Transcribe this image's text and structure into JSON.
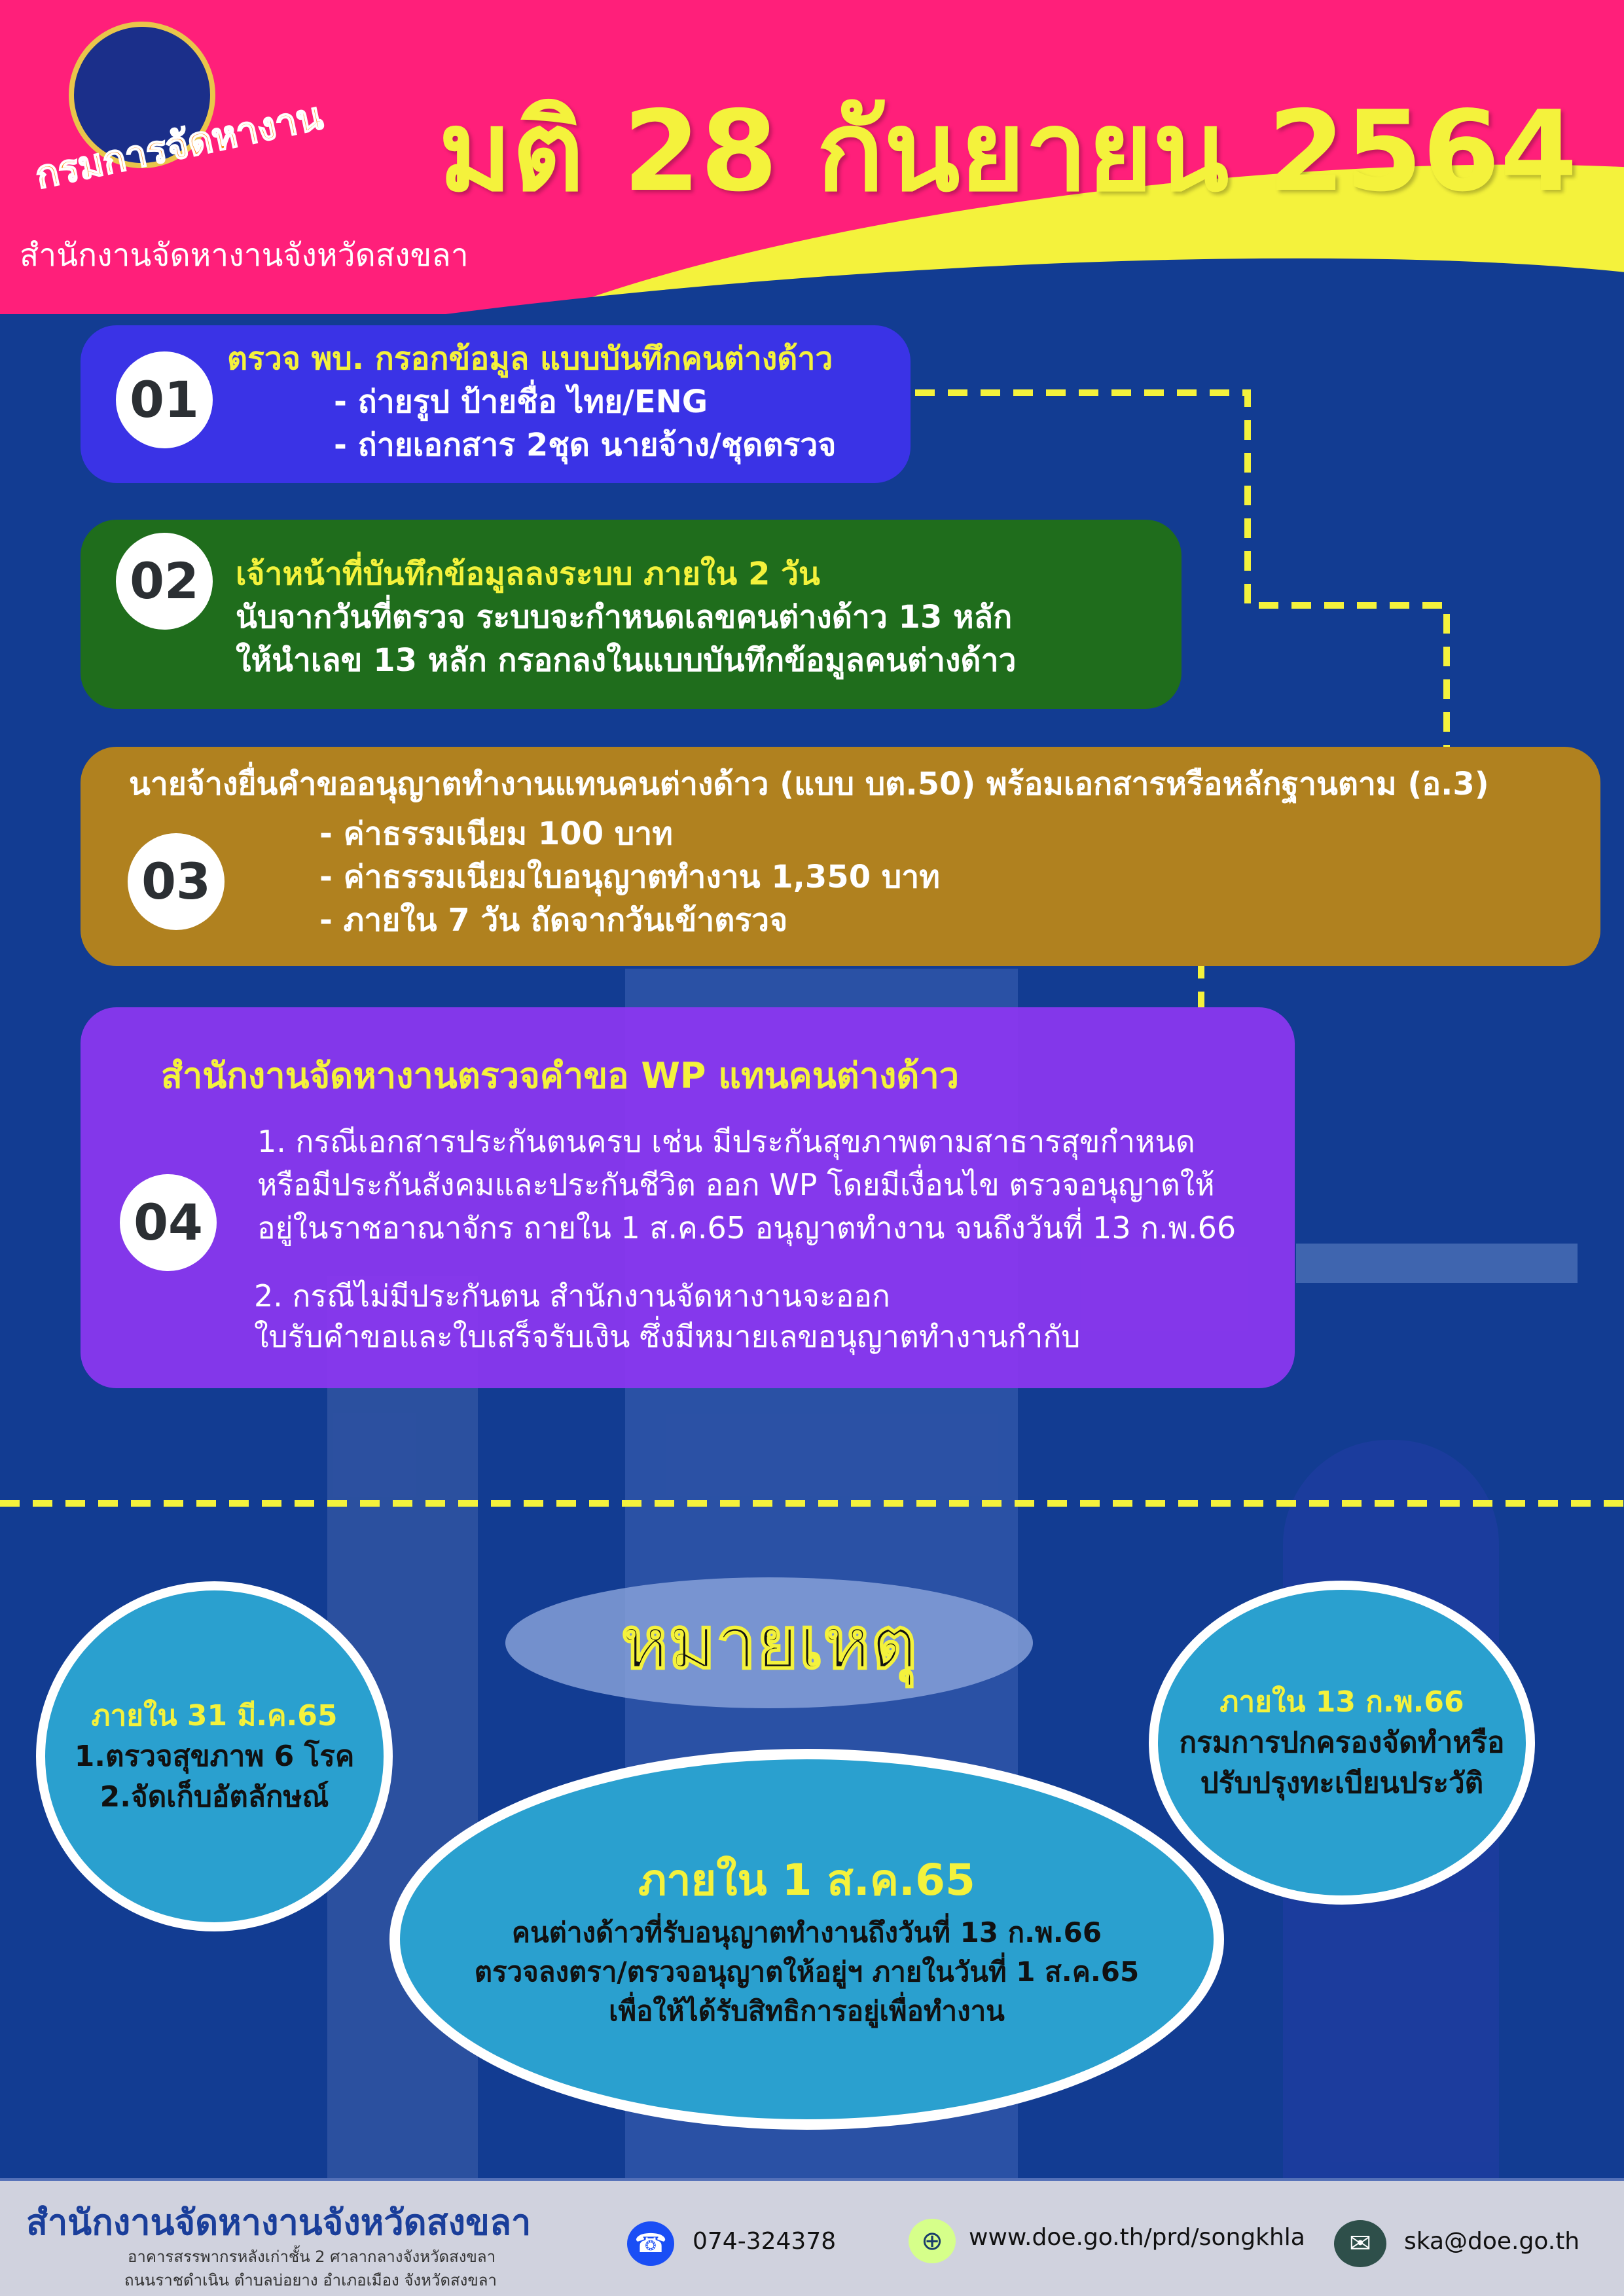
{
  "header": {
    "title": "มติ 28 กันยายน 2564",
    "logo_text": "กรมการจัดหางาน",
    "office": "สำนักงานจัดหางานจังหวัดสงขลา"
  },
  "steps": [
    {
      "num": "01",
      "heading": "ตรวจ พบ. กรอกข้อมูล แบบบันทึกคนต่างด้าว",
      "lines": [
        "- ถ่ายรูป ป้ายชื่อ ไทย/ENG",
        "- ถ่ายเอกสาร 2ชุด  นายจ้าง/ชุดตรวจ"
      ],
      "color": "#3a33e6"
    },
    {
      "num": "02",
      "heading": "เจ้าหน้าที่บันทึกข้อมูลลงระบบ ภายใน 2 วัน",
      "lines": [
        "นับจากวันที่ตรวจ ระบบจะกำหนดเลขคนต่างด้าว 13 หลัก",
        "ให้นำเลข 13 หลัก กรอกลงในแบบบันทึกข้อมูลคนต่างด้าว"
      ],
      "color": "#1f6d1c"
    },
    {
      "num": "03",
      "heading": "นายจ้างยื่นคำขออนุญาตทำงานแทนคนต่างด้าว (แบบ บต.50) พร้อมเอกสารหรือหลักฐานตาม (อ.3)",
      "lines": [
        "- ค่าธรรมเนียม 100 บาท",
        "- ค่าธรรมเนียมใบอนุญาตทำงาน 1,350  บาท",
        "- ภายใน 7 วัน ถัดจากวันเข้าตรวจ"
      ],
      "color": "#b0811f"
    },
    {
      "num": "04",
      "heading": "สำนักงานจัดหางานตรวจคำขอ WP แทนคนต่างด้าว",
      "lines": [
        "1. กรณีเอกสารประกันตนครบ เช่น มีประกันสุขภาพตามสาธารสุขกำหนด",
        "หรือมีประกันสังคมและประกันชีวิต ออก WP โดยมีเงื่อนไข ตรวจอนุญาตให้",
        "อยู่ในราชอาณาจักร ถายใน 1 ส.ค.65 อนุญาตทำงาน จนถึงวันที่ 13 ก.พ.66",
        "2. กรณีไม่มีประกันตน สำนักงานจัดหางานจะออก",
        "ใบรับคำขอและใบเสร็จรับเงิน ซึ่งมีหมายเลขอนุญาตทำงานกำกับ"
      ],
      "color": "#8a37ef"
    }
  ],
  "notes": {
    "title": "หมายเหตุ",
    "left": {
      "heading": "ภายใน 31 มี.ค.65",
      "lines": [
        "1.ตรวจสุขภาพ 6 โรค",
        "2.จัดเก็บอัตลักษณ์"
      ]
    },
    "center": {
      "heading": "ภายใน 1 ส.ค.65",
      "lines": [
        "คนต่างด้าวที่รับอนุญาตทำงานถึงวันที่ 13 ก.พ.66",
        "ตรวจลงตรา/ตรวจอนุญาตให้อยู่ฯ ภายในวันที่ 1 ส.ค.65",
        "เพื่อให้ได้รับสิทธิการอยู่เพื่อทำงาน"
      ]
    },
    "right": {
      "heading": "ภายใน 13 ก.พ.66",
      "lines": [
        "กรมการปกครองจัดทำหรือ",
        "ปรับปรุงทะเบียนประวัติ"
      ]
    }
  },
  "footer": {
    "office": "สำนักงานจัดหางานจังหวัดสงขลา",
    "address": [
      "อาคารสรรพากรหลังเก่าชั้น 2 ศาลากลางจังหวัดสงขลา",
      "ถนนราชดำเนิน ตำบลบ่อยาง อำเภอเมือง จังหวัดสงขลา"
    ],
    "phone": "074-324378",
    "website": "www.doe.go.th/prd/songkhla",
    "email": "ska@doe.go.th"
  }
}
